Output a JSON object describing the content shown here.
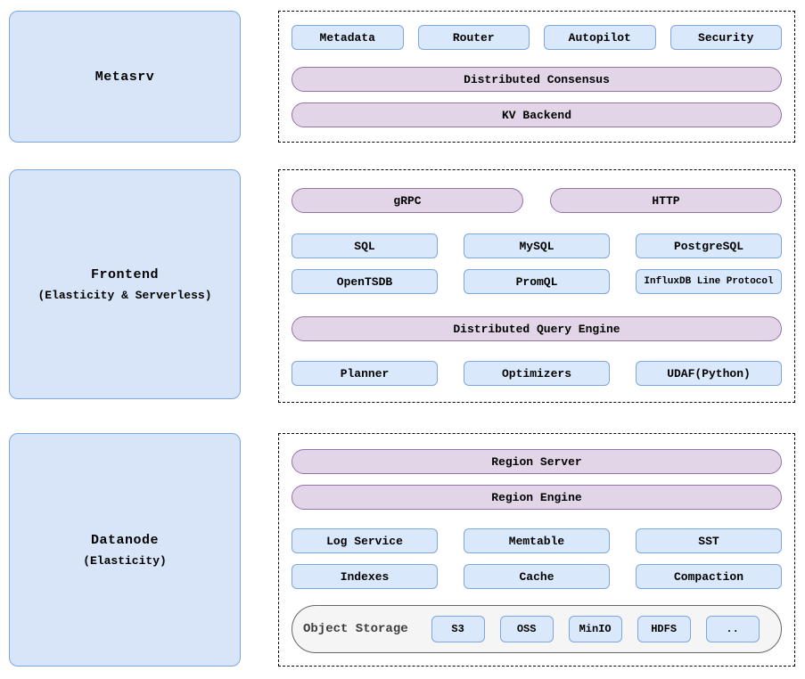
{
  "colors": {
    "node_fill": "#d8e5f8",
    "node_border": "#7ea6e0",
    "chip_fill": "#dae8fc",
    "chip_border": "#7ea6e0",
    "bar_fill": "#e1d5e7",
    "bar_border": "#9673a6",
    "storage_fill": "#f5f5f5",
    "storage_border": "#666666",
    "panel_border": "#000000"
  },
  "metasrv": {
    "title": "Metasrv",
    "components": [
      "Metadata",
      "Router",
      "Autopilot",
      "Security"
    ],
    "bars": [
      "Distributed Consensus",
      "KV Backend"
    ]
  },
  "frontend": {
    "title": "Frontend",
    "subtitle": "(Elasticity & Serverless)",
    "protocol_bars": [
      "gRPC",
      "HTTP"
    ],
    "protocols": [
      "SQL",
      "MySQL",
      "PostgreSQL",
      "OpenTSDB",
      "PromQL",
      "InfluxDB Line Protocol"
    ],
    "engine_bar": "Distributed Query Engine",
    "engine_components": [
      "Planner",
      "Optimizers",
      "UDAF(Python)"
    ]
  },
  "datanode": {
    "title": "Datanode",
    "subtitle": "(Elasticity)",
    "bars": [
      "Region Server",
      "Region Engine"
    ],
    "components": [
      "Log Service",
      "Memtable",
      "SST",
      "Indexes",
      "Cache",
      "Compaction"
    ],
    "object_storage": {
      "label": "Object Storage",
      "backends": [
        "S3",
        "OSS",
        "MinIO",
        "HDFS",
        ".."
      ]
    }
  }
}
